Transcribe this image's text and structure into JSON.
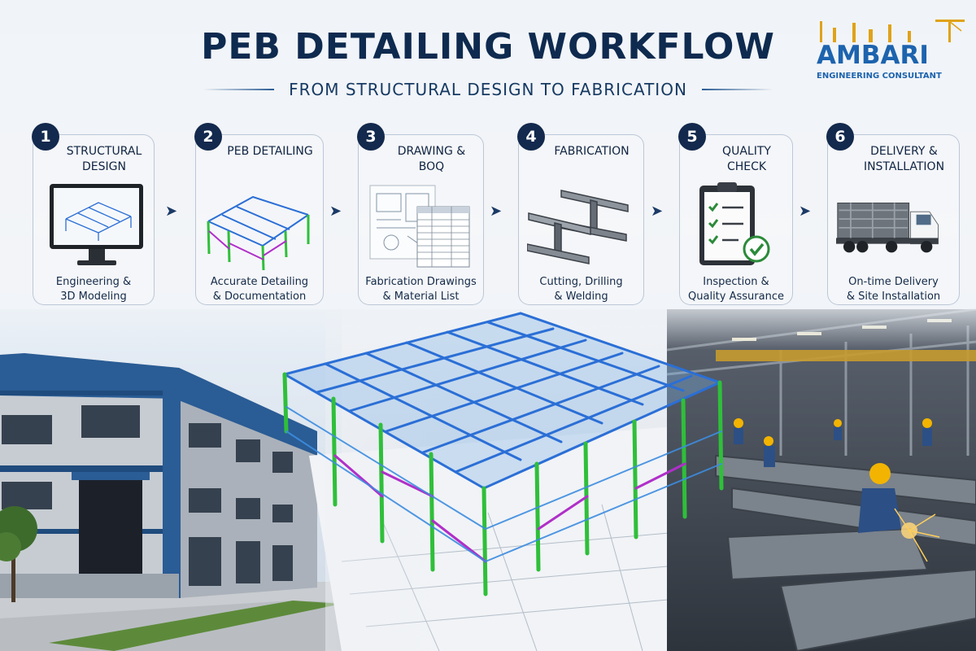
{
  "header": {
    "title": "PEB DETAILING WORKFLOW",
    "subtitle": "FROM STRUCTURAL DESIGN TO FABRICATION"
  },
  "logo": {
    "name": "AMBARI",
    "tagline": "ENGINEERING CONSULTANT"
  },
  "steps": [
    {
      "number": "1",
      "title": "STRUCTURAL\nDESIGN",
      "caption": "Engineering &\n3D Modeling",
      "icon": "monitor-3d-model-icon"
    },
    {
      "number": "2",
      "title": "PEB DETAILING",
      "caption": "Accurate Detailing\n& Documentation",
      "icon": "steel-frame-icon"
    },
    {
      "number": "3",
      "title": "DRAWING &\nBOQ",
      "caption": "Fabrication Drawings\n& Material List",
      "icon": "drawings-boq-icon"
    },
    {
      "number": "4",
      "title": "FABRICATION",
      "caption": "Cutting, Drilling\n& Welding",
      "icon": "steel-beams-icon"
    },
    {
      "number": "5",
      "title": "QUALITY\nCHECK",
      "caption": "Inspection &\nQuality Assurance",
      "icon": "clipboard-check-icon"
    },
    {
      "number": "6",
      "title": "DELIVERY &\nINSTALLATION",
      "caption": "On-time Delivery\n& Site Installation",
      "icon": "delivery-truck-icon"
    }
  ],
  "colors": {
    "navy": "#13294d",
    "brand_blue": "#1d63ae",
    "frame_blue": "#2b6fd6",
    "frame_green": "#2fbf3a",
    "frame_magenta": "#b02fc9",
    "worker_helmet": "#f2b400"
  }
}
